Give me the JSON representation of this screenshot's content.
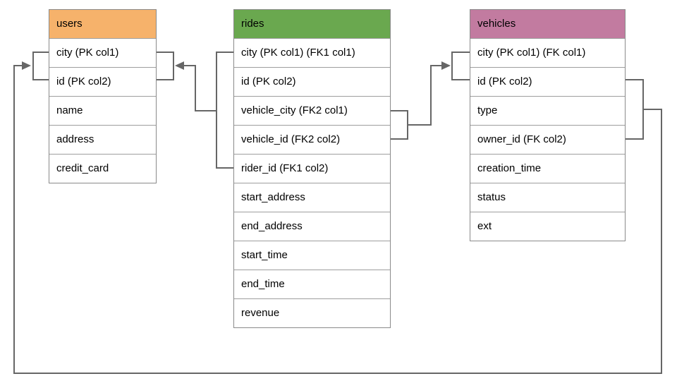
{
  "diagram": {
    "tables": [
      {
        "id": "users",
        "title": "users",
        "header_color": "#F6B26B",
        "columns": [
          "city (PK col1)",
          "id (PK col2)",
          "name",
          "address",
          "credit_card"
        ]
      },
      {
        "id": "rides",
        "title": "rides",
        "header_color": "#6AA84F",
        "columns": [
          "city (PK col1) (FK1 col1)",
          "id (PK col2)",
          "vehicle_city (FK2 col1)",
          "vehicle_id (FK2 col2)",
          "rider_id (FK1 col2)",
          "start_address",
          "end_address",
          "start_time",
          "end_time",
          "revenue"
        ]
      },
      {
        "id": "vehicles",
        "title": "vehicles",
        "header_color": "#C27BA0",
        "columns": [
          "city (PK col1) (FK col1)",
          "id (PK col2)",
          "type",
          "owner_id (FK col2)",
          "creation_time",
          "status",
          "ext"
        ]
      }
    ],
    "relationships": [
      {
        "name": "rides_fk1_to_users",
        "from_table": "rides",
        "from_columns": [
          "city (FK1 col1)",
          "rider_id (FK1 col2)"
        ],
        "to_table": "users",
        "to_columns": [
          "city (PK col1)",
          "id (PK col2)"
        ]
      },
      {
        "name": "rides_fk2_to_vehicles",
        "from_table": "rides",
        "from_columns": [
          "vehicle_city (FK2 col1)",
          "vehicle_id (FK2 col2)"
        ],
        "to_table": "vehicles",
        "to_columns": [
          "city (PK col1)",
          "id (PK col2)"
        ]
      },
      {
        "name": "vehicles_fk_to_users",
        "from_table": "vehicles",
        "from_columns": [
          "id (PK col2)",
          "owner_id (FK col2)"
        ],
        "to_table": "users",
        "to_columns": [
          "city (PK col1)",
          "id (PK col2)"
        ]
      }
    ],
    "colors": {
      "connector": "#666666",
      "table_border": "#8a8a8a",
      "row_divider": "#9e9e9e",
      "background": "#ffffff"
    }
  }
}
